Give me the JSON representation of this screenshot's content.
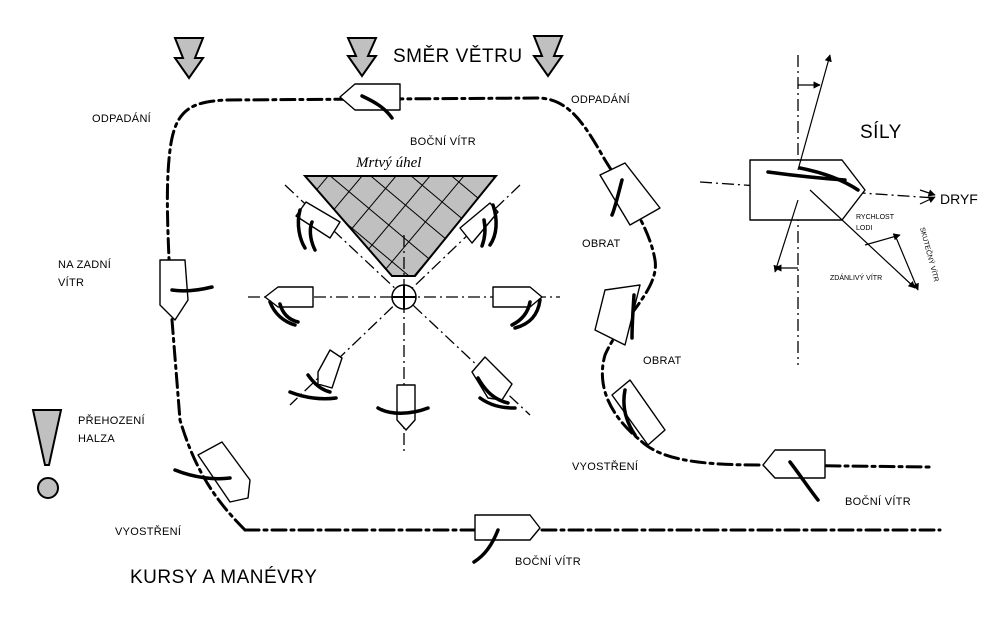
{
  "labels": {
    "wind_direction": "SMĚR VĚTRU",
    "title": "KURSY A MANÉVRY",
    "forces": "SÍLY",
    "dead_angle": "Mrtvý úhel",
    "drift": "DRYF",
    "bear_away_left": "ODPADÁNÍ",
    "bear_away_right": "ODPADÁNÍ",
    "beam_reach_top": "BOČNÍ VÍTR",
    "beam_reach_bottom": "BOČNÍ VÍTR",
    "beam_reach_right": "BOČNÍ VÍTR",
    "tack_1": "OBRAT",
    "tack_2": "OBRAT",
    "run_line1": "NA ZADNÍ",
    "run_line2": "VÍTR",
    "jibe_line1": "PŘEHOZENÍ",
    "jibe_line2": "HALZA",
    "luff_up_left": "VYOSTŘENÍ",
    "luff_up_right": "VYOSTŘENÍ",
    "boat_speed_line1": "RYCHLOST",
    "boat_speed_line2": "LODI",
    "apparent_wind": "ZDÁNLIVÝ VÍTR",
    "true_wind": "SKUTEČNÝ VÍTR"
  },
  "colors": {
    "line": "#000000",
    "fill_gray": "#c0c0c0",
    "background": "#ffffff"
  },
  "icons": [
    "wind-arrow-icon",
    "warning-exclamation-icon",
    "boat-icon",
    "sail-icon",
    "compass-center-icon"
  ]
}
